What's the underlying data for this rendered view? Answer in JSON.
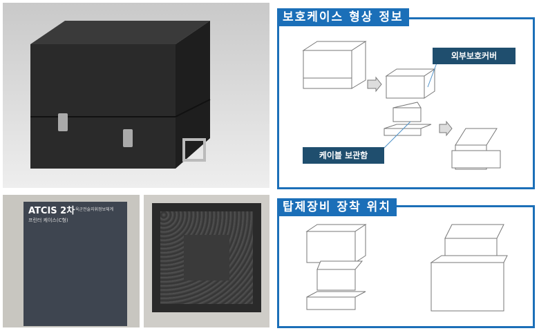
{
  "panel_shape": {
    "title": "보호케이스 형상 정보",
    "label_outer_cover": "외부보호커버",
    "label_cable_storage": "케이블 보관함"
  },
  "panel_mount": {
    "title": "탑제장비 장착 위치"
  },
  "photo_label": {
    "title": "ATCIS 2차",
    "subtitle": "육군전술지휘정보체계",
    "line2": "프린터 케이스(C형)"
  },
  "colors": {
    "accent": "#1b6fb8",
    "label_bg": "#1f4e6e"
  }
}
